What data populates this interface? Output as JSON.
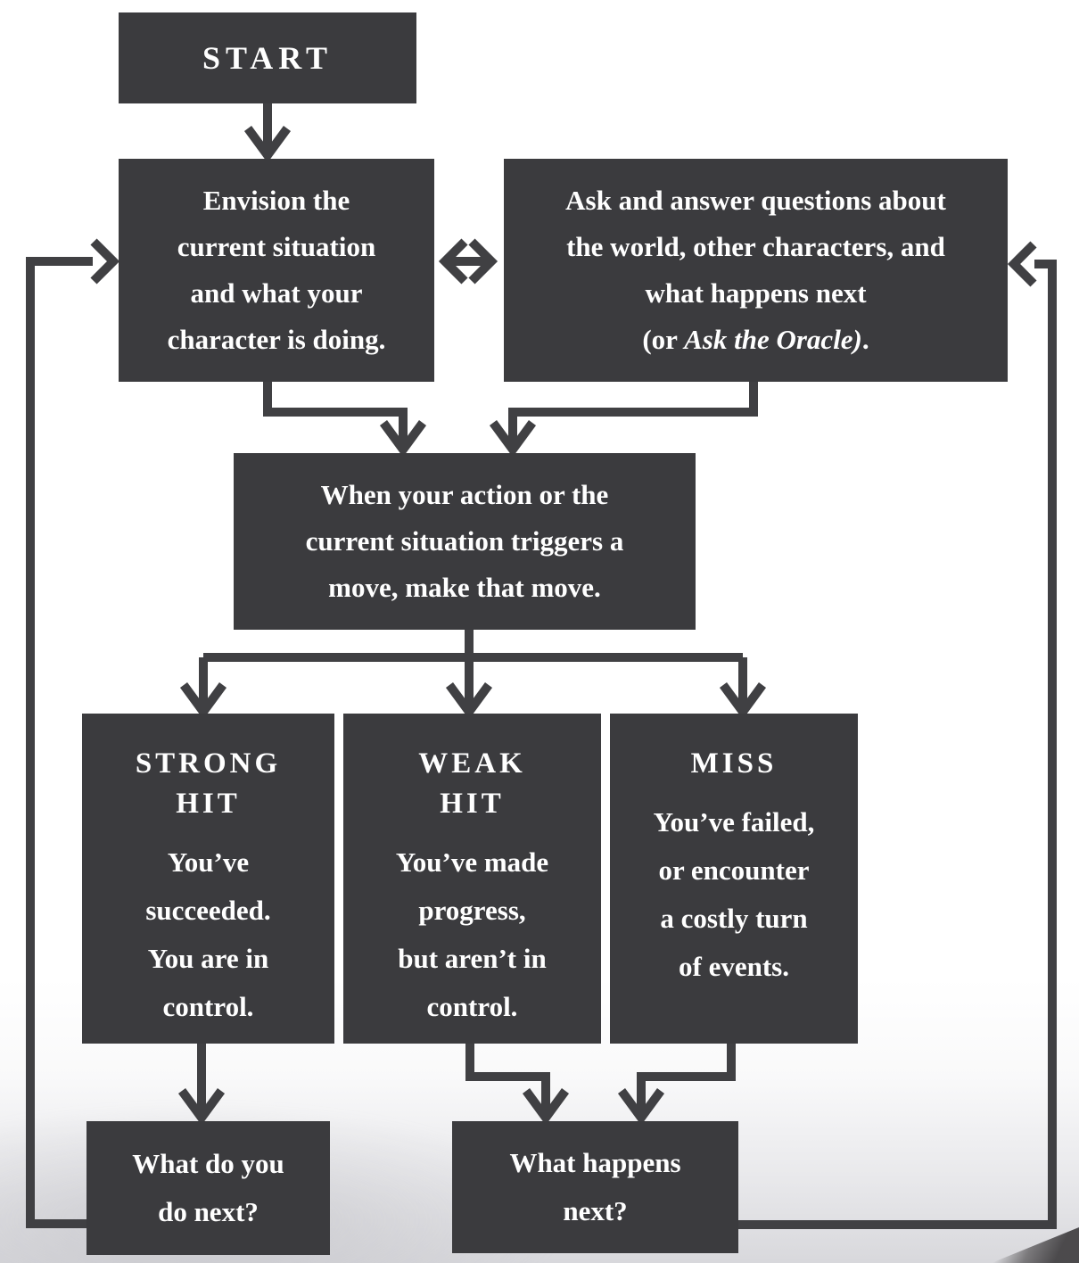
{
  "diagram_title": "Ironsworn gameplay loop flowchart",
  "colors": {
    "box_fill": "#3b3b3e",
    "wire": "#404043",
    "text": "#ffffff",
    "page_bg": "#ffffff",
    "footer_tint": "#d6d6db"
  },
  "boxes": {
    "start": {
      "label": "START"
    },
    "envision": {
      "lines": [
        "Envision the",
        "current situation",
        "and what your",
        "character is doing."
      ]
    },
    "ask": {
      "lines": [
        "Ask and answer questions about",
        "the world, other characters, and",
        "what happens next"
      ],
      "oracle_pre": "(or ",
      "oracle_italic": "Ask the Oracle)",
      "oracle_post": "."
    },
    "move": {
      "lines": [
        "When your action or the",
        "current situation triggers a",
        "move, make that move."
      ]
    },
    "strong_hit": {
      "title": [
        "STRONG",
        "HIT"
      ],
      "lines": [
        "You’ve",
        "succeeded.",
        "You are in",
        "control."
      ]
    },
    "weak_hit": {
      "title": [
        "WEAK",
        "HIT"
      ],
      "lines": [
        "You’ve made",
        "progress,",
        "but aren’t in",
        "control."
      ]
    },
    "miss": {
      "title": [
        "MISS"
      ],
      "lines": [
        "You’ve failed,",
        "or encounter",
        "a costly turn",
        "of events."
      ]
    },
    "what_do_you_do_next": {
      "lines": [
        "What do you",
        "do next?"
      ]
    },
    "what_happens_next": {
      "lines": [
        "What happens",
        "next?"
      ]
    }
  },
  "wires": [
    "start to envision (down arrow)",
    "envision and ask (double-headed arrow)",
    "envision to move (elbow down arrow)",
    "ask to move (elbow down arrow)",
    "move splits to strong-hit, weak-hit, miss (three down arrows)",
    "strong-hit to what-do-you-do-next (down arrow)",
    "weak-hit to what-happens-next (elbow down arrow)",
    "miss to what-happens-next (elbow down arrow)",
    "what-do-you-do-next loops back left to envision (arrow)",
    "what-happens-next loops back right to ask (arrow)"
  ]
}
